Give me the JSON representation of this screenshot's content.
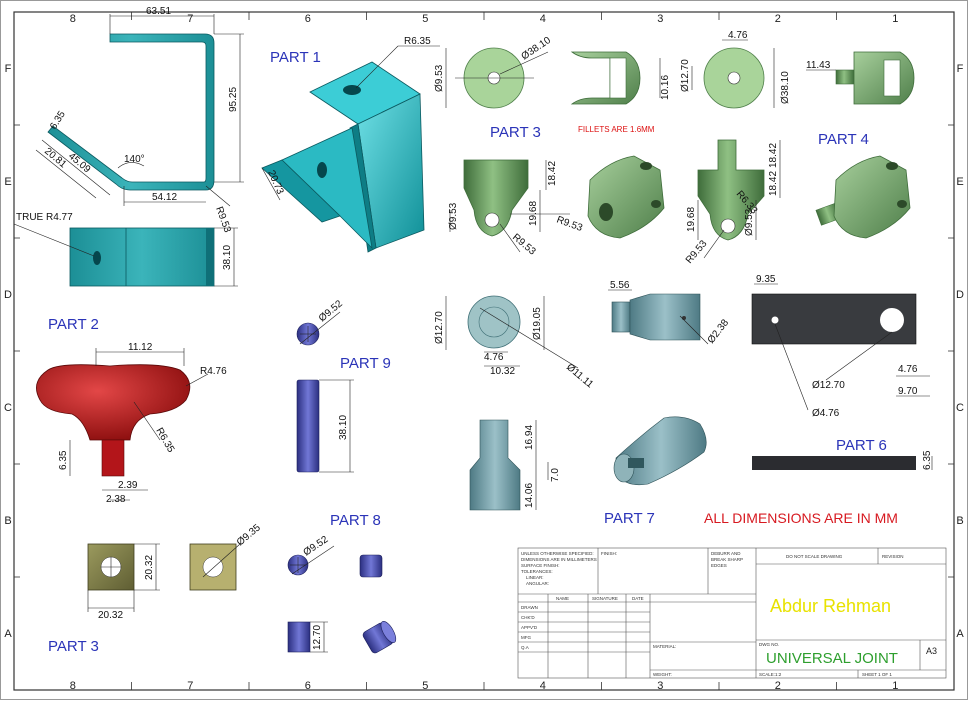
{
  "border": {
    "cols_top": [
      "8",
      "7",
      "6",
      "5",
      "4",
      "3",
      "2",
      "1"
    ],
    "cols_bottom": [
      "8",
      "7",
      "6",
      "5",
      "4",
      "3",
      "2",
      "1"
    ],
    "rows_left": [
      "F",
      "E",
      "D",
      "C",
      "B",
      "A"
    ],
    "rows_right": [
      "F",
      "E",
      "D",
      "C",
      "B",
      "A"
    ]
  },
  "parts": {
    "part1": "PART 1",
    "part2": "PART 2",
    "part3a": "PART 3",
    "part3b": "PART 3",
    "part4": "PART 4",
    "part6": "PART 6",
    "part7": "PART 7",
    "part8": "PART 8",
    "part9": "PART 9"
  },
  "notes": {
    "fillets": "FILLETS ARE 1.6MM",
    "all_dims": "ALL DIMENSIONS ARE IN MM"
  },
  "dims": {
    "p1_width": "63.51",
    "p1_height": "95.25",
    "p1_r": "R6.35",
    "p1_r953": "R9.53",
    "p1_5412": "54.12",
    "p1_140": "140°",
    "p1_635": "6.35",
    "p1_2081": "20.81",
    "p1_4509": "45.09",
    "p1_2073": "20.73",
    "p2_true": "TRUE R4.77",
    "p2_3810": "38.10",
    "hdl_1112": "11.12",
    "hdl_r476": "R4.76",
    "hdl_r635": "R6.35",
    "hdl_635": "6.35",
    "hdl_239": "2.39",
    "hdl_238": "2.38",
    "p3_dia3810": "Ø38.10",
    "p3_dia953": "Ø9.53",
    "p3_1016": "10.16",
    "p3_1842": "18.42",
    "p3_1968": "19.68",
    "p3_r953": "R9.53",
    "p3_r953b": "R9.53",
    "p3_dia953b": "Ø9.53",
    "p4_476": "4.76",
    "p4_dia1270": "Ø12.70",
    "p4_dia3810": "Ø38.10",
    "p4_1143": "11.43",
    "p4_1842a": "18.42",
    "p4_1842b": "18.42",
    "p4_1968": "19.68",
    "p4_r953": "R9.53",
    "p4_dia953": "Ø9.53",
    "p4_r633": "R6.33",
    "p9_dia952": "Ø9.52",
    "p9_3810": "38.10",
    "p7_dia1270": "Ø12.70",
    "p7_dia1905": "Ø19.05",
    "p7_476": "4.76",
    "p7_1032": "10.32",
    "p7_dia1111": "Ø11.11",
    "p7_556": "5.56",
    "p7_dia238": "Ø2.38",
    "p7_1694": "16.94",
    "p7_70": "7.0",
    "p7_1406": "14.06",
    "p6_935": "9.35",
    "p6_dia1270": "Ø12.70",
    "p6_dia476": "Ø4.76",
    "p6_476": "4.76",
    "p6_970": "9.70",
    "p6_635": "6.35",
    "p3sq_2032a": "20.32",
    "p3sq_2032b": "20.32",
    "p3sq_dia935": "Ø9.35",
    "p8_dia952": "Ø9.52",
    "p8_1270": "12.70"
  },
  "title_block": {
    "unless": "UNLESS OTHERWISE SPECIFIED:",
    "dims_mm": "DIMENSIONS ARE IN MILLIMETERS",
    "surface": "SURFACE FINISH:",
    "tolerances": "TOLERANCES:",
    "linear": "LINEAR:",
    "angular": "ANGULAR:",
    "finish": "FINISH:",
    "deburr": "DEBURR AND",
    "break_sharp": "BREAK SHARP",
    "edges": "EDGES",
    "do_not_scale": "DO NOT SCALE DRAWING",
    "revision": "REVISION",
    "name": "NAME",
    "signature": "SIGNATURE",
    "date": "DATE",
    "rows": [
      "DRAWN",
      "CHK'D",
      "APPV'D",
      "MFG",
      "Q.A"
    ],
    "material": "MATERIAL:",
    "weight": "WEIGHT:",
    "author": "Abdur Rehman",
    "dwg_no": "DWG NO.",
    "title": "UNIVERSAL JOINT",
    "size": "A3",
    "scale": "SCALE:1:2",
    "sheet": "SHEET 1 OF 1"
  }
}
